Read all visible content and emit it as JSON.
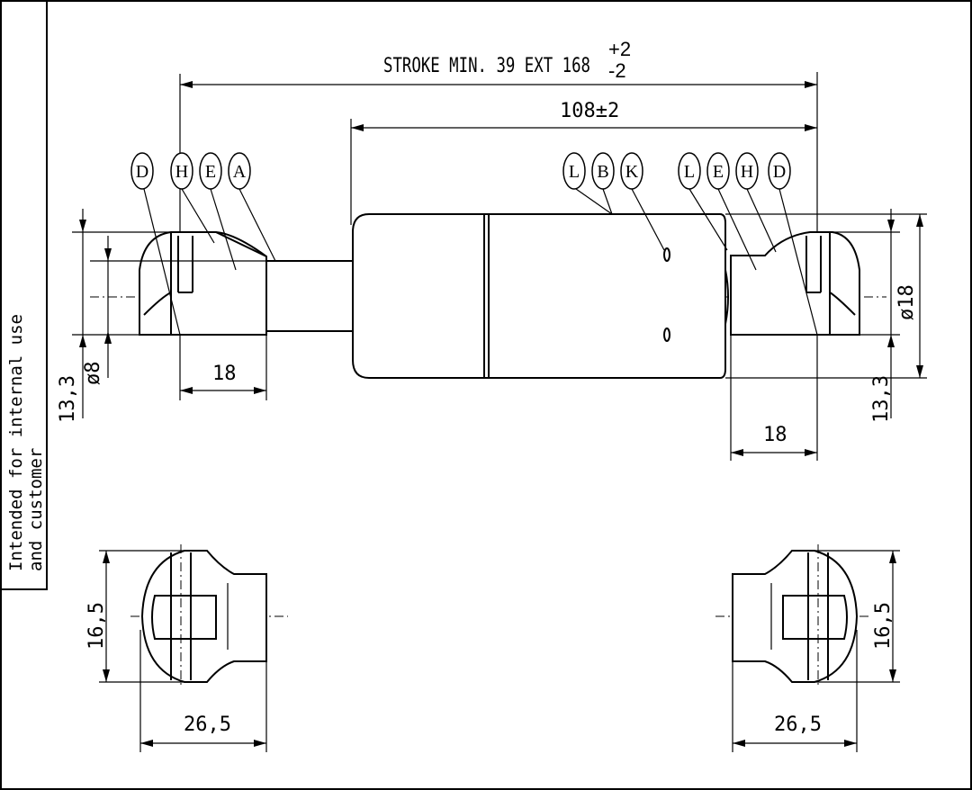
{
  "note": {
    "line1": "Intended for internal use",
    "line2": "and customer"
  },
  "dimensions": {
    "stroke_prefix": "STROKE MIN. 39 EXT 168",
    "stroke_tol_plus": "+2",
    "stroke_tol_minus": "-2",
    "body_length": "108±2",
    "left_eye_width": "18",
    "right_eye_width": "18",
    "diameter_rod": "ø8",
    "diameter_body": "ø18",
    "left_height": "13,3",
    "right_height": "13,3",
    "bottom_left_height": "16,5",
    "bottom_right_height": "16,5",
    "bottom_left_width": "26,5",
    "bottom_right_width": "26,5"
  },
  "labels_left": [
    "D",
    "H",
    "E",
    "A"
  ],
  "labels_mid": [
    "L",
    "B",
    "K"
  ],
  "labels_right": [
    "L",
    "E",
    "H",
    "D"
  ]
}
